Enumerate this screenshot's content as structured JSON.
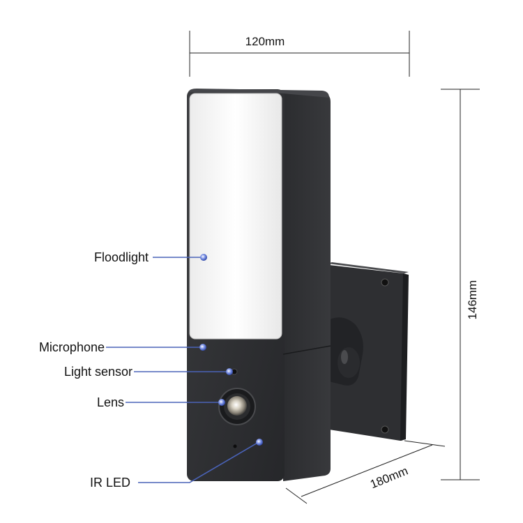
{
  "dimensions": {
    "width": "120mm",
    "height": "146mm",
    "depth": "180mm"
  },
  "callouts": {
    "floodlight": "Floodlight",
    "microphone": "Microphone",
    "light_sensor": "Light sensor",
    "lens": "Lens",
    "ir_led": "IR LED"
  },
  "colors": {
    "body": "#2f3033",
    "body_dark": "#1f2022",
    "panel": "#f6f6f6",
    "leader": "#4a63b8",
    "dimension_line": "#222222"
  }
}
